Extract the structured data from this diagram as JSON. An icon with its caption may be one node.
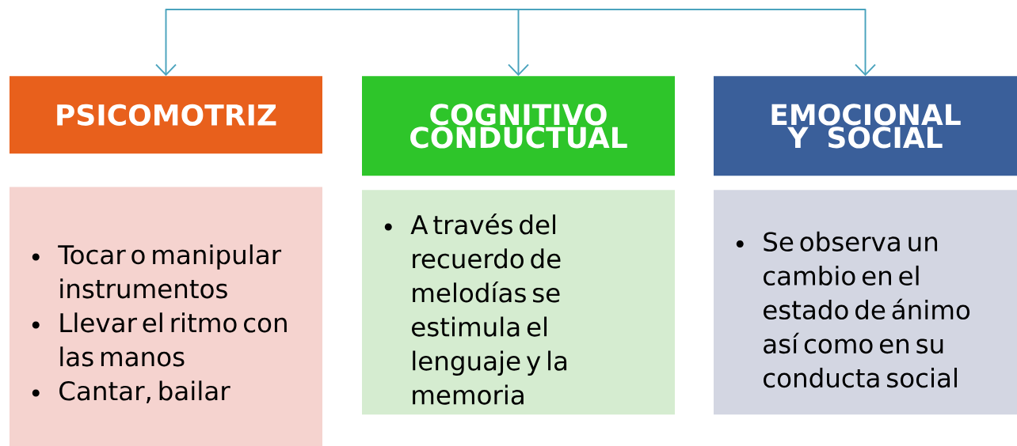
{
  "diagram": {
    "nodes": [
      {
        "text": [
          "PSICOMOTRIZ"
        ]
      },
      {
        "text": [
          "Tocar o manipular instrumentos",
          "Llevar el ritmo con las manos",
          "Cantar, bailar"
        ]
      },
      {
        "text": [
          "COGNITIVO CONDUCTUAL"
        ]
      },
      {
        "text": [
          "A través del recuerdo de melodías se estimula el lenguaje y la memoria"
        ]
      },
      {
        "text": [
          "EMOCIONAL Y SOCIAL"
        ]
      },
      {
        "text": [
          "Se observa un cambio en el estado de ánimo así como en su conducta social"
        ]
      }
    ],
    "edges": [
      {
        "from": null,
        "to": 0,
        "arrow": "to"
      },
      {
        "from": null,
        "to": 2,
        "arrow": "to"
      },
      {
        "from": null,
        "to": 4,
        "arrow": "to"
      }
    ]
  }
}
